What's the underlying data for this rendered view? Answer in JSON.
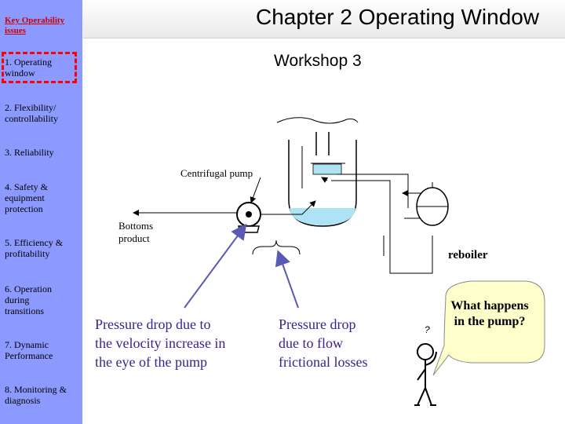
{
  "sidebar": {
    "key_title": "Key Operability\n   issues",
    "items": [
      {
        "label": "1. Operating\n   window"
      },
      {
        "label": "2. Flexibility/\n   controllability"
      },
      {
        "label": "3. Reliability"
      },
      {
        "label": "4. Safety &\n   equipment\n   protection"
      },
      {
        "label": "5. Efficiency &\n   profitability"
      },
      {
        "label": "6. Operation\n   during\n   transitions"
      },
      {
        "label": "7. Dynamic\n   Performance"
      },
      {
        "label": "8. Monitoring &\n   diagnosis"
      }
    ]
  },
  "header": {
    "title": "Chapter 2 Operating Window"
  },
  "subtitle": "Workshop 3",
  "diagram": {
    "centrifugal_pump": "Centrifugal pump",
    "bottoms_product": "Bottoms\nproduct",
    "reboiler": "reboiler",
    "pressure_drop_velocity": "Pressure drop  due to\nthe velocity increase in\nthe eye of the pump",
    "pressure_drop_friction": "Pressure drop\ndue to flow\nfrictional losses",
    "question": "What happens\nin the\npump?",
    "question_mark": "?"
  },
  "colors": {
    "sidebar_bg": "#8c99ff",
    "highlight_border": "#ff0000",
    "annotation_text": "#3b1f8c",
    "arrow": "#5a5ab4",
    "liquid": "#aee3f5",
    "bubble": "#ffffcc"
  }
}
